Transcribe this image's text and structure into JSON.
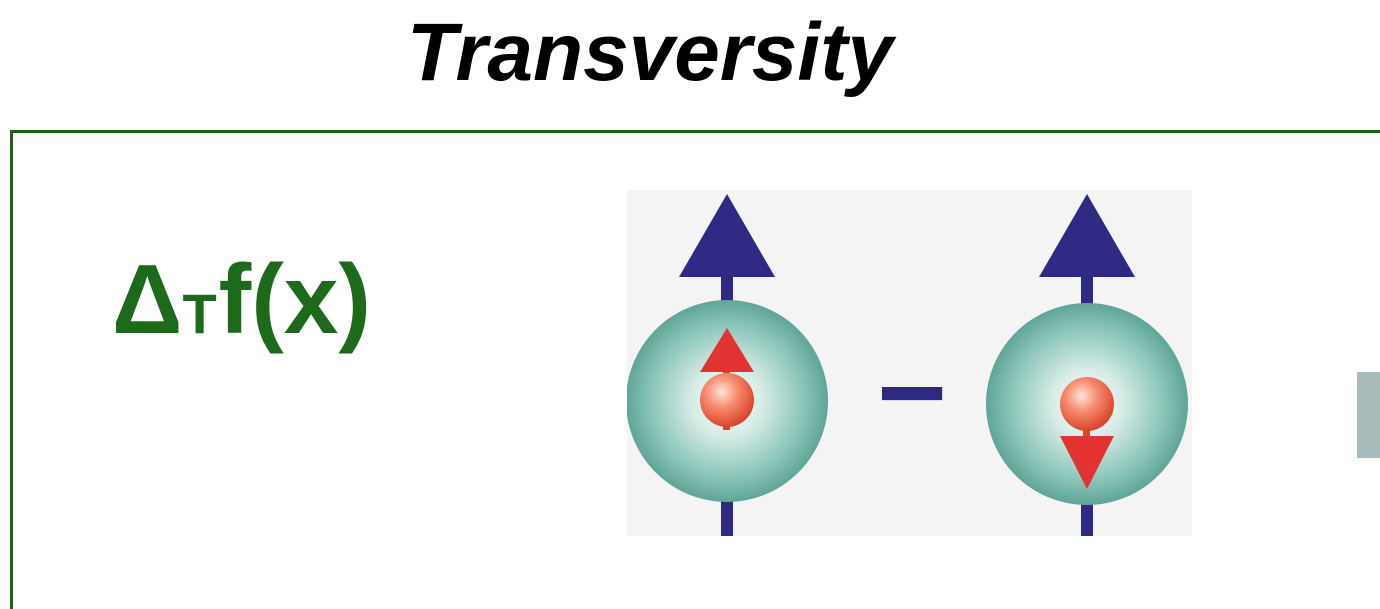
{
  "title": "Transversity",
  "label": {
    "delta": "Δ",
    "subscript": "T",
    "rest": "f(x)"
  },
  "operator": "−",
  "colors": {
    "title": "#000000",
    "label": "#1d6a1d",
    "panel_border": "#1f5f1f",
    "nucleon_arrow": "#2e2a83",
    "quark_arrow": "#e23232",
    "nucleon_sphere": "#6fb3a6",
    "quark_ball": "#e8563f"
  },
  "states": [
    {
      "nucleon_spin": "up",
      "quark_spin": "up"
    },
    {
      "nucleon_spin": "up",
      "quark_spin": "down"
    }
  ]
}
